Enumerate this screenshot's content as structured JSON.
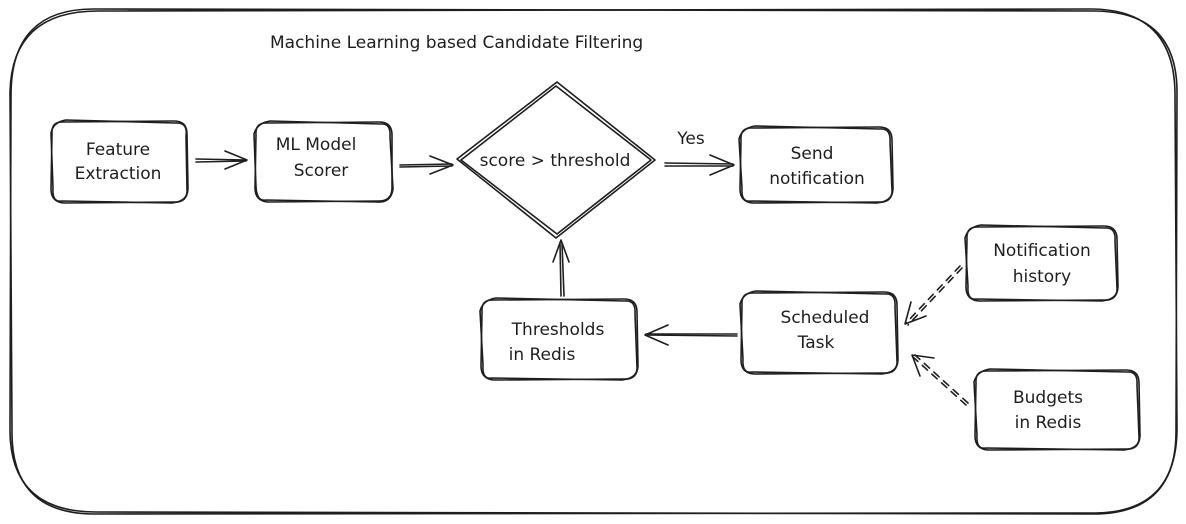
{
  "diagram": {
    "title": "Machine Learning based Candidate Filtering",
    "nodes": {
      "feature_extraction": {
        "line1": "Feature",
        "line2": "Extraction"
      },
      "ml_model_scorer": {
        "line1": "ML Model",
        "line2": "Scorer"
      },
      "decision": {
        "label": "score > threshold"
      },
      "send_notification": {
        "line1": "Send",
        "line2": "notification"
      },
      "thresholds_in_redis": {
        "line1": "Thresholds",
        "line2": "in Redis"
      },
      "scheduled_task": {
        "line1": "Scheduled",
        "line2": "Task"
      },
      "notification_history": {
        "line1": "Notification",
        "line2": "history"
      },
      "budgets_in_redis": {
        "line1": "Budgets",
        "line2": "in Redis"
      }
    },
    "edges": {
      "yes_label": "Yes"
    },
    "colors": {
      "stroke": "#1e1e1e",
      "background": "#ffffff"
    }
  }
}
